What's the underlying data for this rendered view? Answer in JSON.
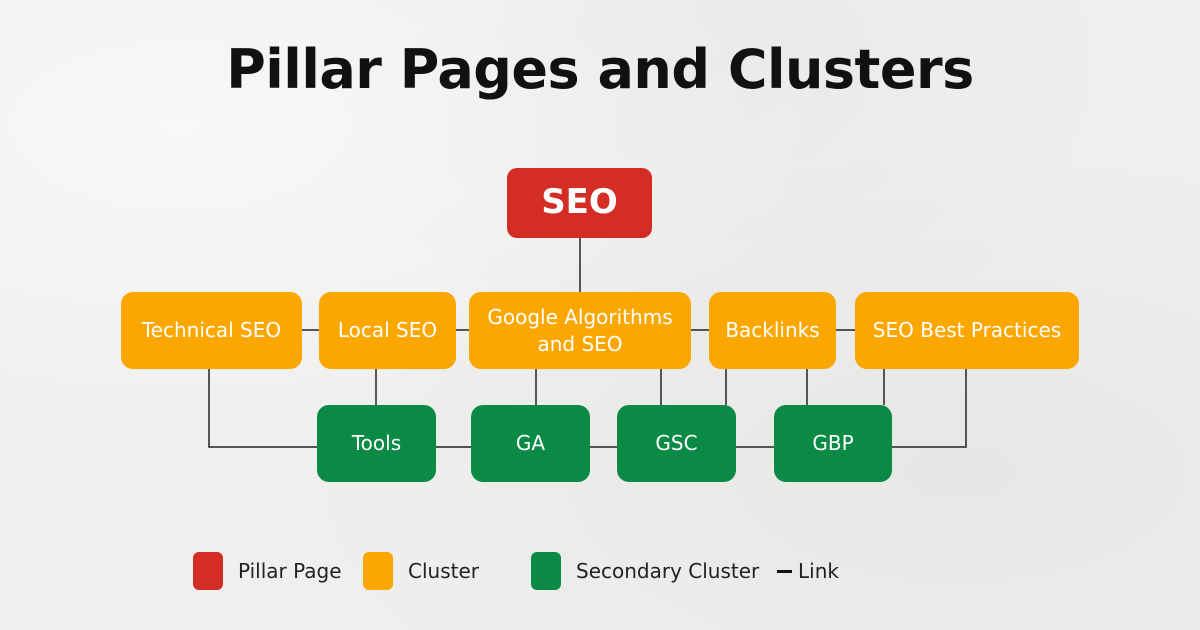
{
  "title": "Pillar Pages and Clusters",
  "colors": {
    "pillar": "#d32d26",
    "cluster": "#fca600",
    "secondary": "#0b8a45",
    "link": "#222222"
  },
  "pillar": {
    "label": "SEO"
  },
  "clusters": [
    {
      "id": "technical",
      "label": "Technical SEO"
    },
    {
      "id": "local",
      "label": "Local SEO"
    },
    {
      "id": "google-algorithms",
      "label": "Google Algorithms and SEO"
    },
    {
      "id": "backlinks",
      "label": "Backlinks"
    },
    {
      "id": "best-practices",
      "label": "SEO Best Practices"
    }
  ],
  "secondary_clusters": [
    {
      "id": "tools",
      "label": "Tools"
    },
    {
      "id": "ga",
      "label": "GA"
    },
    {
      "id": "gsc",
      "label": "GSC"
    },
    {
      "id": "gbp",
      "label": "GBP"
    }
  ],
  "legend": {
    "pillar": "Pillar Page",
    "cluster": "Cluster",
    "secondary": "Secondary Cluster",
    "link": "Link"
  }
}
